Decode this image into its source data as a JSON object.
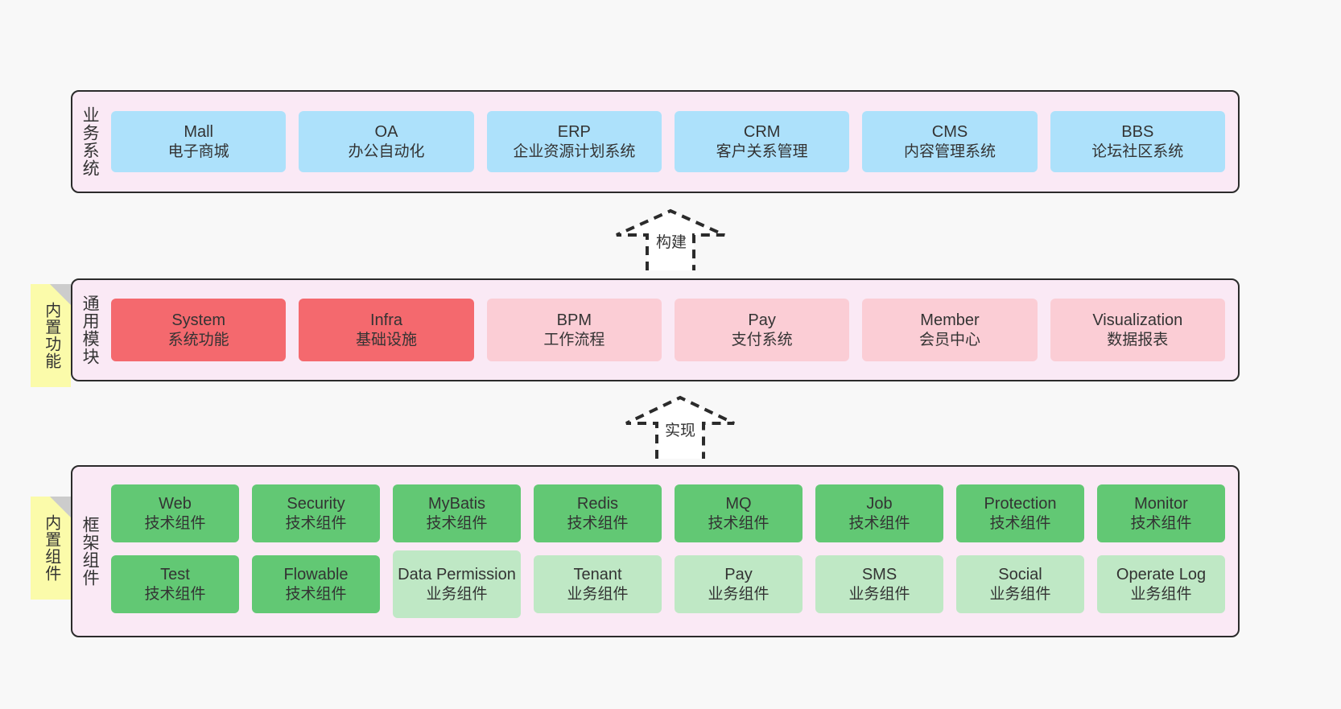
{
  "diagram": {
    "background_color": "#f8f8f8",
    "band_color": "#fae9f5",
    "note_color": "#fbfbaa",
    "colors": {
      "blue": "#ade1fb",
      "red": "#f4696e",
      "pink": "#fbcdd5",
      "green": "#62c874",
      "light_green": "#bfe8c5",
      "border": "#2b2b2b"
    }
  },
  "layers": [
    {
      "id": "business-system",
      "caption": "业务系统",
      "rows": [
        {
          "nodes": [
            {
              "en": "Mall",
              "cn": "电子商城",
              "color": "blue"
            },
            {
              "en": "OA",
              "cn": "办公自动化",
              "color": "blue"
            },
            {
              "en": "ERP",
              "cn": "企业资源计划系统",
              "color": "blue"
            },
            {
              "en": "CRM",
              "cn": "客户关系管理",
              "color": "blue"
            },
            {
              "en": "CMS",
              "cn": "内容管理系统",
              "color": "blue"
            },
            {
              "en": "BBS",
              "cn": "论坛社区系统",
              "color": "blue"
            }
          ]
        }
      ]
    },
    {
      "id": "common-module",
      "caption": "通用模块",
      "note": "内置功能",
      "rows": [
        {
          "nodes": [
            {
              "en": "System",
              "cn": "系统功能",
              "color": "red"
            },
            {
              "en": "Infra",
              "cn": "基础设施",
              "color": "red"
            },
            {
              "en": "BPM",
              "cn": "工作流程",
              "color": "pink"
            },
            {
              "en": "Pay",
              "cn": "支付系统",
              "color": "pink"
            },
            {
              "en": "Member",
              "cn": "会员中心",
              "color": "pink"
            },
            {
              "en": "Visualization",
              "cn": "数据报表",
              "color": "pink"
            }
          ]
        }
      ]
    },
    {
      "id": "framework-component",
      "caption": "框架组件",
      "note": "内置组件",
      "rows": [
        {
          "nodes": [
            {
              "en": "Web",
              "cn": "技术组件",
              "color": "green"
            },
            {
              "en": "Security",
              "cn": "技术组件",
              "color": "green"
            },
            {
              "en": "MyBatis",
              "cn": "技术组件",
              "color": "green"
            },
            {
              "en": "Redis",
              "cn": "技术组件",
              "color": "green"
            },
            {
              "en": "MQ",
              "cn": "技术组件",
              "color": "green"
            },
            {
              "en": "Job",
              "cn": "技术组件",
              "color": "green"
            },
            {
              "en": "Protection",
              "cn": "技术组件",
              "color": "green"
            },
            {
              "en": "Monitor",
              "cn": "技术组件",
              "color": "green"
            }
          ]
        },
        {
          "nodes": [
            {
              "en": "Test",
              "cn": "技术组件",
              "color": "green"
            },
            {
              "en": "Flowable",
              "cn": "技术组件",
              "color": "green"
            },
            {
              "en": "Data Permission",
              "cn": "业务组件",
              "color": "light_green"
            },
            {
              "en": "Tenant",
              "cn": "业务组件",
              "color": "light_green"
            },
            {
              "en": "Pay",
              "cn": "业务组件",
              "color": "light_green"
            },
            {
              "en": "SMS",
              "cn": "业务组件",
              "color": "light_green"
            },
            {
              "en": "Social",
              "cn": "业务组件",
              "color": "light_green"
            },
            {
              "en": "Operate Log",
              "cn": "业务组件",
              "color": "light_green"
            }
          ]
        }
      ]
    }
  ],
  "arrows": [
    {
      "id": "build",
      "label": "构建"
    },
    {
      "id": "implement",
      "label": "实现"
    }
  ]
}
